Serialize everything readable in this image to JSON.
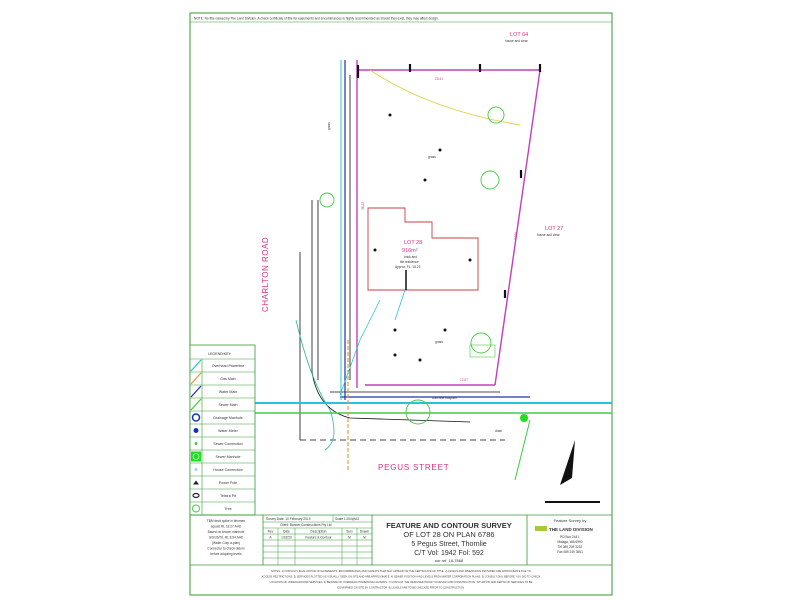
{
  "note_top": "NOTE: No title viewed by The Land Division. A check certificate of title for easements and encumbrances is highly recommended as should they exist, they may affect design.",
  "lots": {
    "lot64": {
      "name": "LOT 64",
      "desc": "house and clear"
    },
    "lot27": {
      "name": "LOT 27",
      "desc": "house and clear"
    },
    "lot28": {
      "name": "LOT 28",
      "area": "916m²",
      "desc1": "brick and",
      "desc2": "tile residence",
      "desc3": "Approx. FL: 18.23"
    }
  },
  "roads": {
    "charlton": "CHARLTON ROAD",
    "pegus": "PEGUS STREET"
  },
  "dimensions": {
    "top": "25.41",
    "right": "54.68",
    "bottom": "12.67",
    "left": "36.22"
  },
  "misc_labels": {
    "grass1": "grass",
    "grass2": "grass",
    "grass3": "grass",
    "concrete": "concrete footpath",
    "drain": "drain"
  },
  "legend": {
    "title": "LEGEND/KEY",
    "items": [
      {
        "label": "Overhead Powerline",
        "color": "#27c4d9"
      },
      {
        "label": "Gas Main",
        "color": "#e0a040"
      },
      {
        "label": "Water Main",
        "color": "#2233aa"
      },
      {
        "label": "Sewer Main",
        "color": "#44cc44"
      },
      {
        "label": "Drainage Manhole",
        "color": "#1133bb"
      },
      {
        "label": "Water Meter",
        "color": "#1133bb"
      },
      {
        "label": "Sewer Connection",
        "color": "#44cc44"
      },
      {
        "label": "Sewer Manhole",
        "color": "#22dd22"
      },
      {
        "label": "House Connection",
        "color": "#9ad8e8"
      },
      {
        "label": "Power Pole",
        "color": "#222222"
      },
      {
        "label": "Telstra Pit",
        "color": "#222222"
      },
      {
        "label": "Tree",
        "color": "#44cc44"
      }
    ]
  },
  "datum_note": [
    "TBM deck spike in bitumen",
    "equals RL 18.27 AHD",
    "Based on known manhole",
    "G/S/26/76, RL 8.94 AHD",
    "(Water Corp a-plan)",
    "Connector to check datum",
    "before adopting levels"
  ],
  "survey_table": {
    "survey_date": "Survey Date: 10 February 2019",
    "scale": "Scale 1:200@A3",
    "client": "Client: Banner Constructions Pty Ltd",
    "headers": [
      "Rev",
      "Date",
      "Description",
      "Surv",
      "Drawn"
    ],
    "rows": [
      [
        "A",
        "1/02/20",
        "Feature & Contour",
        "M",
        "M"
      ]
    ]
  },
  "title_block": {
    "line1": "FEATURE AND CONTOUR SURVEY",
    "line2": "OF LOT 28 ON PLAN 6786",
    "line3": "5 Pegus Street, Thornlie",
    "line4": "C/T  Vol: 1942     Fol: 592",
    "line5": "our ref. 18-7868"
  },
  "company": {
    "heading": "Feature Survey by",
    "logo": "THE LAND DIVISION",
    "address1": "PO Box 2441,",
    "address2": "Malaga, WA 6990",
    "tel": "Tel 089 209 3232",
    "fax": "Fax 089 249 3551"
  },
  "bottom_notes": [
    "NOTES: 1) CONSULT LEGAL ADVICE ON EASEMENTS, ENCUMBRANCES AND CAVEATS THAT MAY APPEAR ON THE CERTIFICATE OF TITLE. 2) LEVELS AND DIMENSIONS PROVIDED ARE APPROXIMATE DUE TO",
    "ACCESS RESTRICTIONS. 3) SERVICES PLOTTED AS VISUALLY SEEN ON SITE AND ARE APPROXIMATE. 4) SEWER POSITION AND LEVELS FROM WATER CORPORATION PLANS. 5) CONSULT DIAL BEFORE YOU DIG TO CHECK",
    "LOCATION OF UNDERGROUND SERVICES. 6) BEWARE OF OVERHEAD POWERLINE HAZARDS. 7) CONSULT THE DESIGNER PRIOR TO DESIGN AND CONSTRUCTION. SITUATION AND DEPTH OF SERVICES TO BE",
    "CONFIRMED ON SITE BY CONTRACTOR. 8) LEVELS ARE TO BE CHECKED PRIOR TO CONSTRUCTION."
  ]
}
